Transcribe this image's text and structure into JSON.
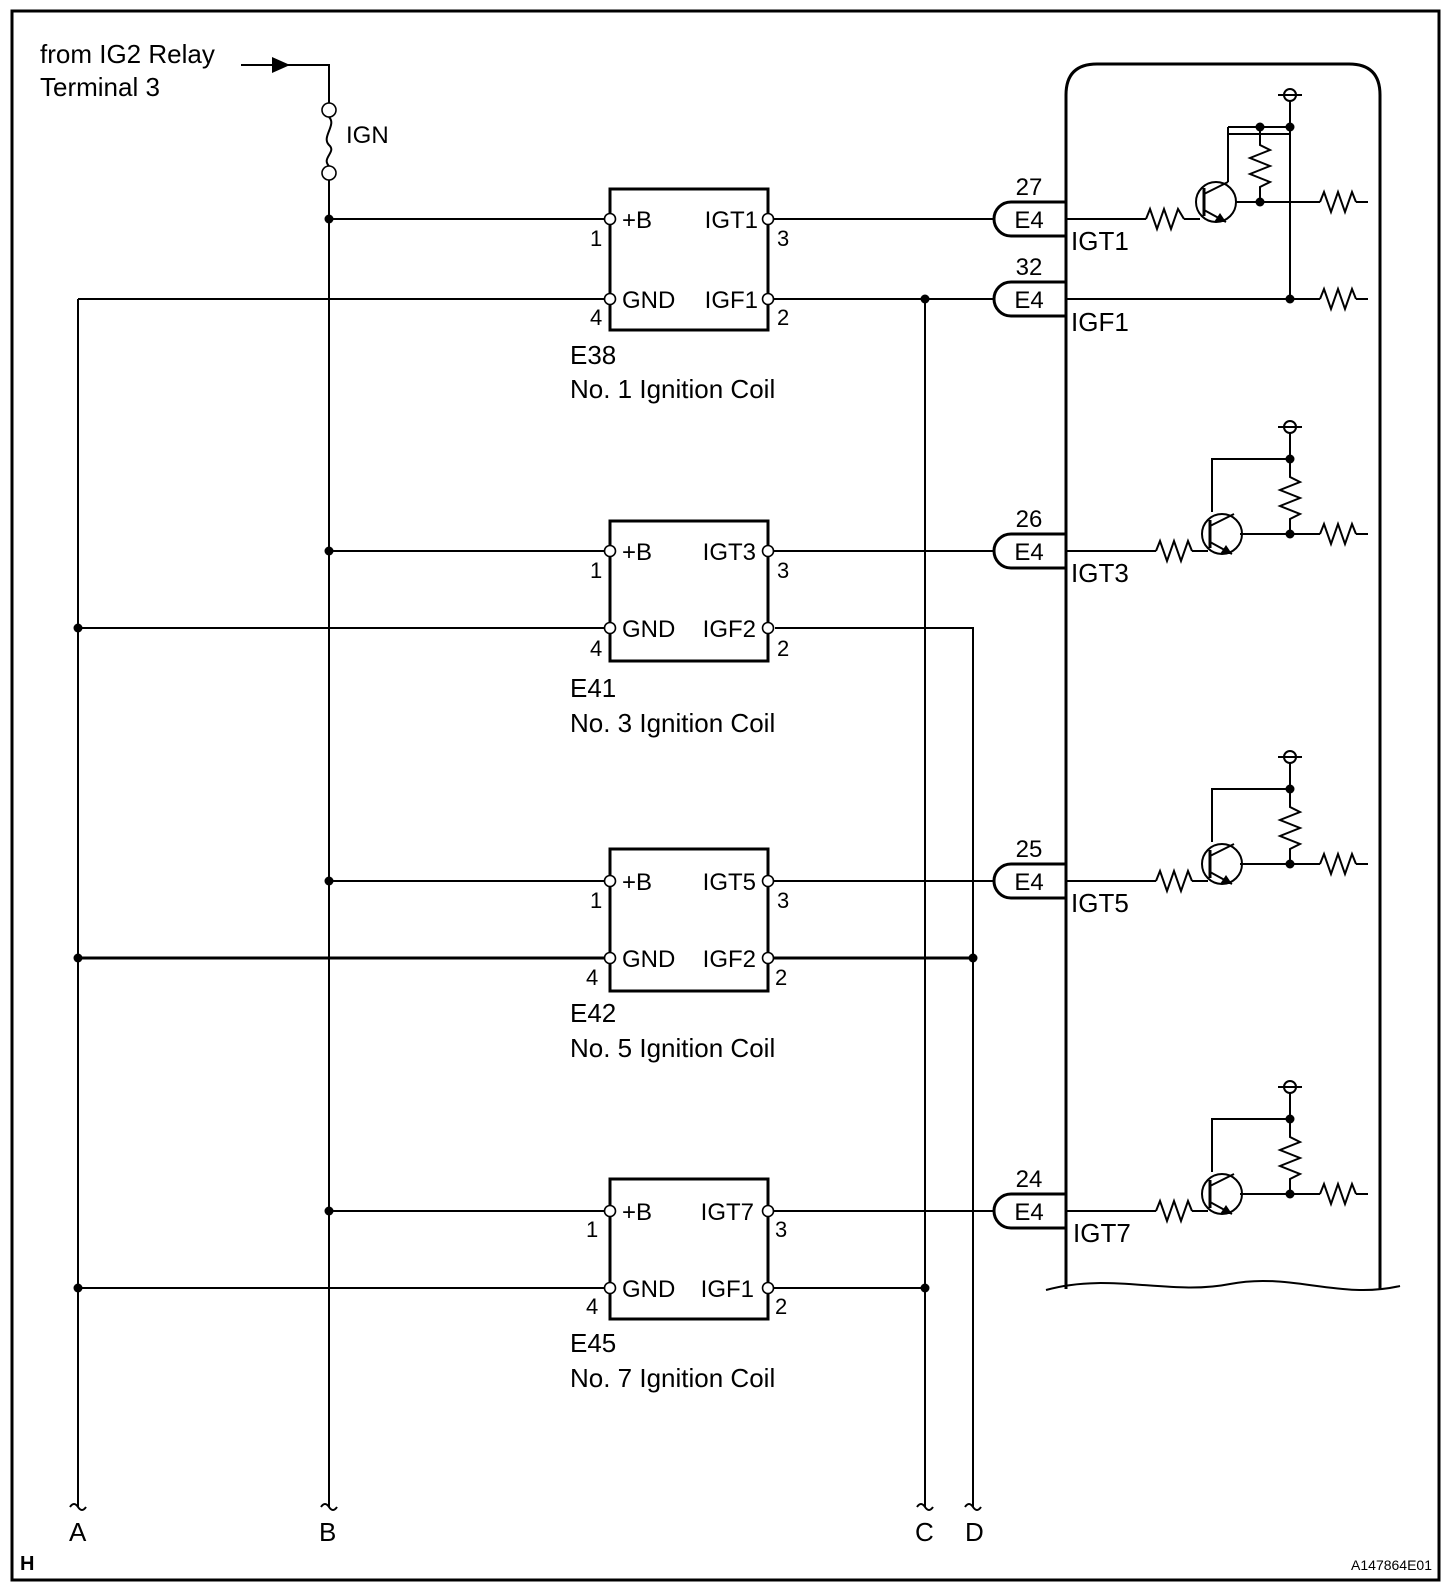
{
  "source": {
    "line1": "from IG2 Relay",
    "line2": "Terminal 3"
  },
  "fuse": {
    "label": "IGN"
  },
  "coils": [
    {
      "code": "E38",
      "name": "No. 1 Ignition Coil",
      "pin_b": "+B",
      "pin_gnd": "GND",
      "igt": "IGT1",
      "igf": "IGF1",
      "n_b": "1",
      "n_igt": "3",
      "n_gnd": "4",
      "n_igf": "2"
    },
    {
      "code": "E41",
      "name": "No. 3 Ignition Coil",
      "pin_b": "+B",
      "pin_gnd": "GND",
      "igt": "IGT3",
      "igf": "IGF2",
      "n_b": "1",
      "n_igt": "3",
      "n_gnd": "4",
      "n_igf": "2"
    },
    {
      "code": "E42",
      "name": "No. 5 Ignition Coil",
      "pin_b": "+B",
      "pin_gnd": "GND",
      "igt": "IGT5",
      "igf": "IGF2",
      "n_b": "1",
      "n_igt": "3",
      "n_gnd": "4",
      "n_igf": "2"
    },
    {
      "code": "E45",
      "name": "No. 7 Ignition Coil",
      "pin_b": "+B",
      "pin_gnd": "GND",
      "igt": "IGT7",
      "igf": "IGF1",
      "n_b": "1",
      "n_igt": "3",
      "n_gnd": "4",
      "n_igf": "2"
    }
  ],
  "ecm_terminals": [
    {
      "pin": "27",
      "connector": "E4",
      "signal": "IGT1"
    },
    {
      "pin": "32",
      "connector": "E4",
      "signal": "IGF1"
    },
    {
      "pin": "26",
      "connector": "E4",
      "signal": "IGT3"
    },
    {
      "pin": "25",
      "connector": "E4",
      "signal": "IGT5"
    },
    {
      "pin": "24",
      "connector": "E4",
      "signal": "IGT7"
    }
  ],
  "bus_labels": {
    "a": "A",
    "b": "B",
    "c": "C",
    "d": "D"
  },
  "page_letter": "H",
  "figure_code": "A147864E01"
}
